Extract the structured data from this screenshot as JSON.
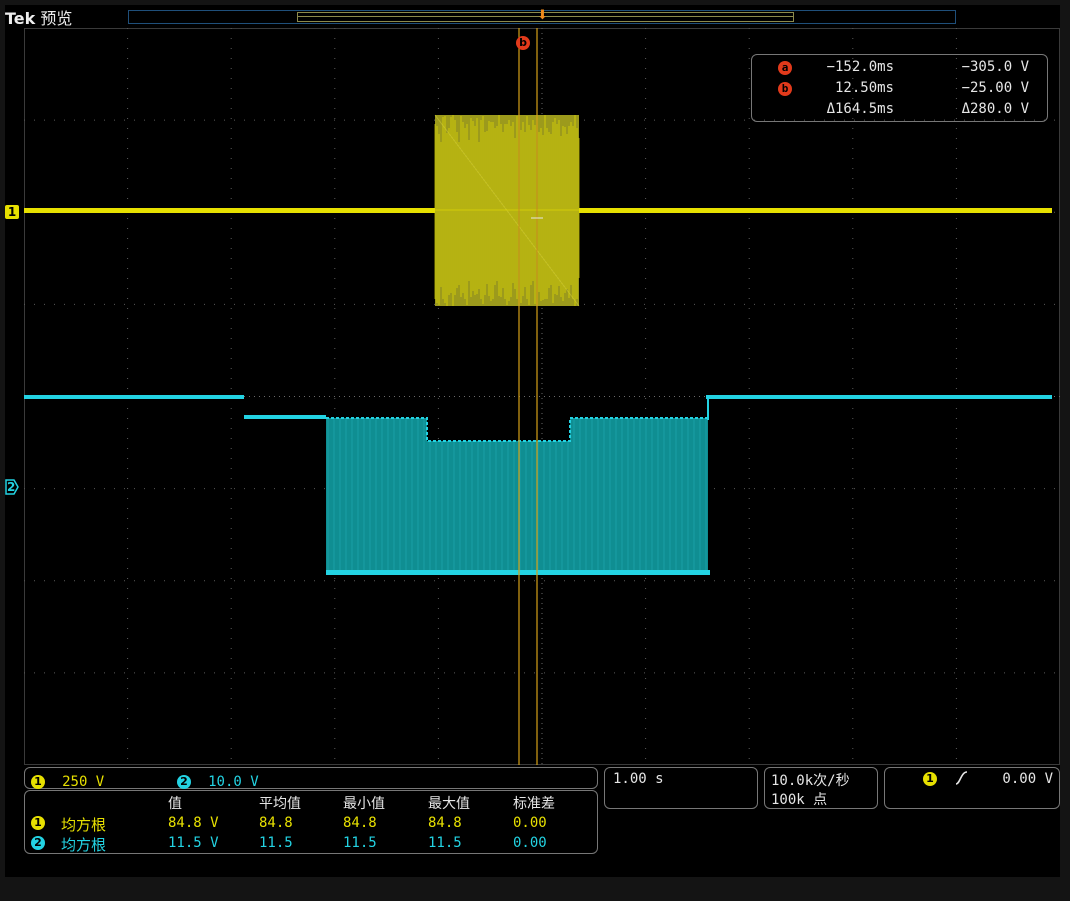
{
  "header": {
    "brand": "Tek",
    "mode": "预览"
  },
  "colors": {
    "ch1": "#e7e000",
    "ch2": "#23d3e3",
    "cursor": "#e23a1b",
    "trigger": "#f08a1c",
    "background": "#000000",
    "grid": "#5a5a5a"
  },
  "channels": {
    "ch1_label": "1",
    "ch2_label": "2"
  },
  "cursor_labels": {
    "a": "a",
    "b": "b"
  },
  "cursor_readout": {
    "a": {
      "badge": "a",
      "time": "−152.0ms",
      "value": "−305.0 V"
    },
    "b": {
      "badge": "b",
      "time": "12.50ms",
      "value": "−25.00 V"
    },
    "delta": {
      "time": "Δ164.5ms",
      "value": "Δ280.0 V"
    }
  },
  "vertical_scale": {
    "ch1": {
      "badge": "1",
      "scale": "250 V"
    },
    "ch2": {
      "badge": "2",
      "scale": "10.0 V"
    }
  },
  "measurements": {
    "headers": [
      "值",
      "平均值",
      "最小值",
      "最大值",
      "标准差"
    ],
    "rows": [
      {
        "badge": "1",
        "name": "均方根",
        "value": "84.8 V",
        "mean": "84.8",
        "min": "84.8",
        "max": "84.8",
        "std": "0.00"
      },
      {
        "badge": "2",
        "name": "均方根",
        "value": "11.5 V",
        "mean": "11.5",
        "min": "11.5",
        "max": "11.5",
        "std": "0.00"
      }
    ]
  },
  "timebase": {
    "scale": "1.00 s"
  },
  "acquisition": {
    "rate": "10.0k次/秒",
    "points": "100k 点"
  },
  "trigger": {
    "badge": "1",
    "slope_icon": "rising-edge-icon",
    "level": "0.00 V"
  }
}
